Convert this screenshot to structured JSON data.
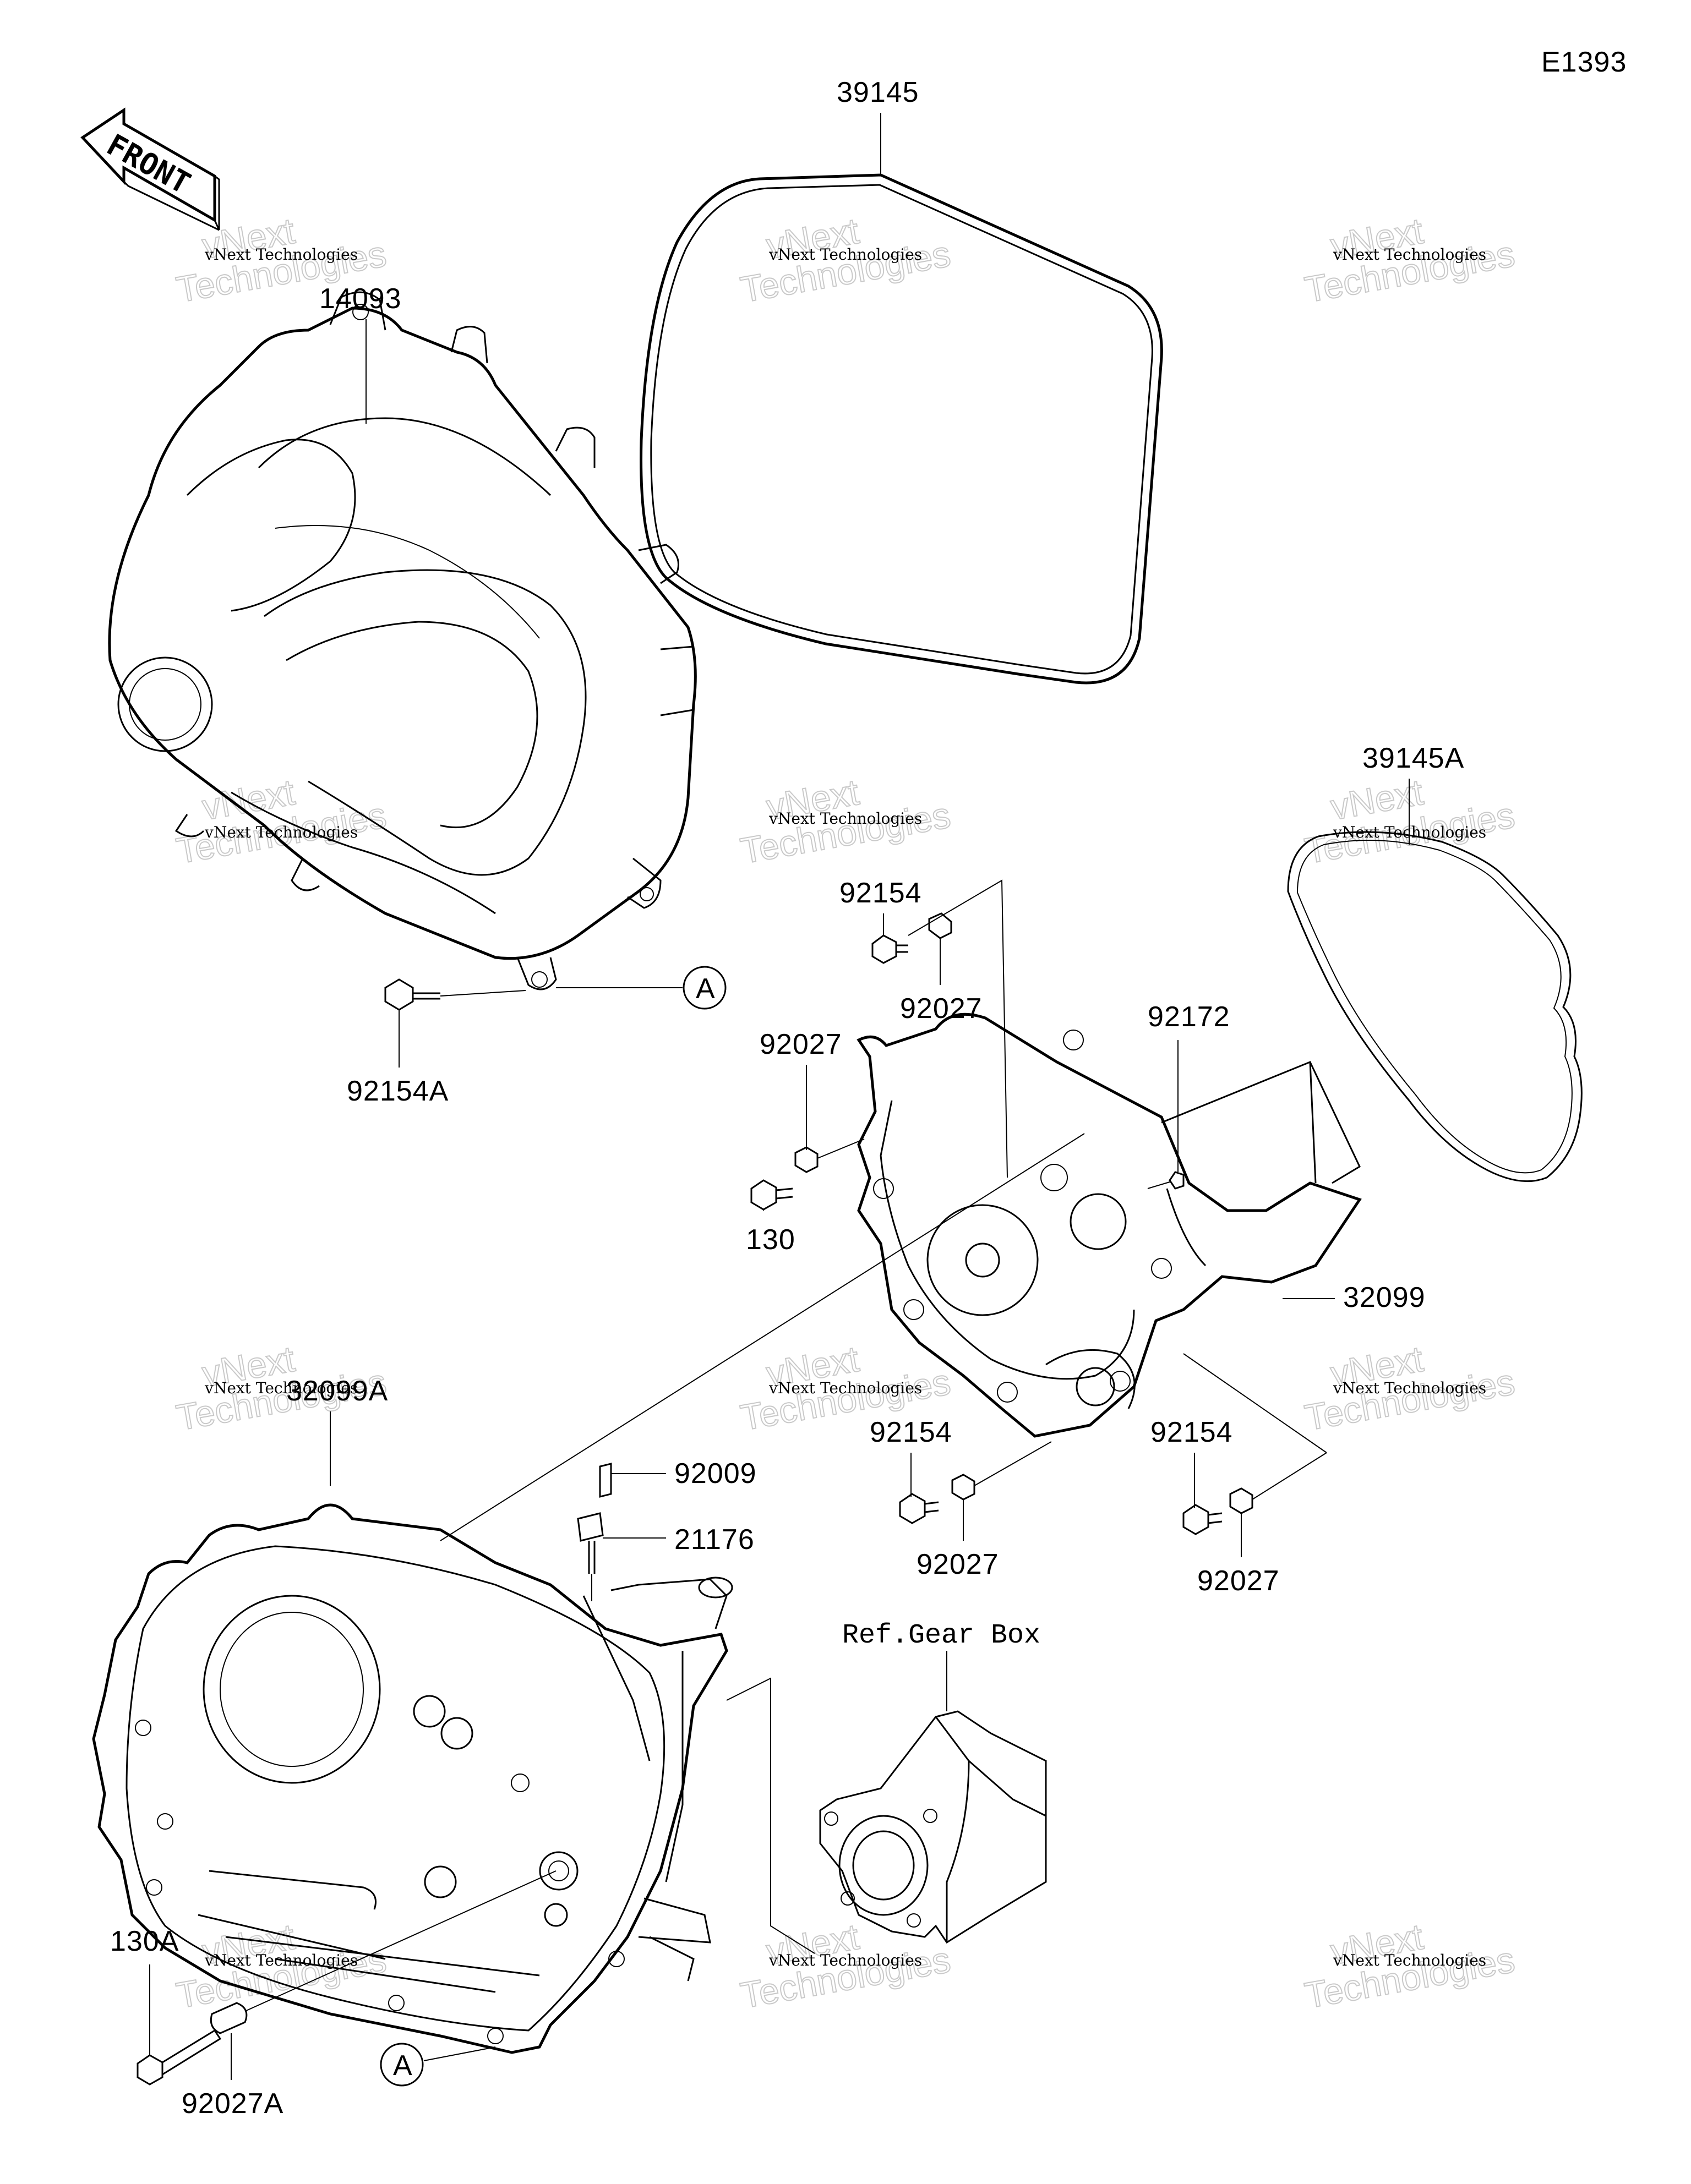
{
  "diagram_id": "E1393",
  "front_arrow_text": "FRONT",
  "watermark": {
    "small": "vNext Technologies",
    "big_line1": "vNext",
    "big_line2": "Technologies"
  },
  "parts": {
    "p39145": "39145",
    "p14093": "14093",
    "p39145A": "39145A",
    "p92154_top": "92154",
    "p92027_top": "92027",
    "p92027_left": "92027",
    "p130": "130",
    "p92172": "92172",
    "p32099": "32099",
    "p92154A": "92154A",
    "p32099A": "32099A",
    "p92009": "92009",
    "p21176": "21176",
    "p92154_mid": "92154",
    "p92027_mid": "92027",
    "p92154_right": "92154",
    "p92027_right": "92027",
    "p130A": "130A",
    "p92027A": "92027A"
  },
  "reference_marks": {
    "a_top": "A",
    "a_bottom": "A"
  },
  "ref_gear_box": "Ref.Gear Box"
}
